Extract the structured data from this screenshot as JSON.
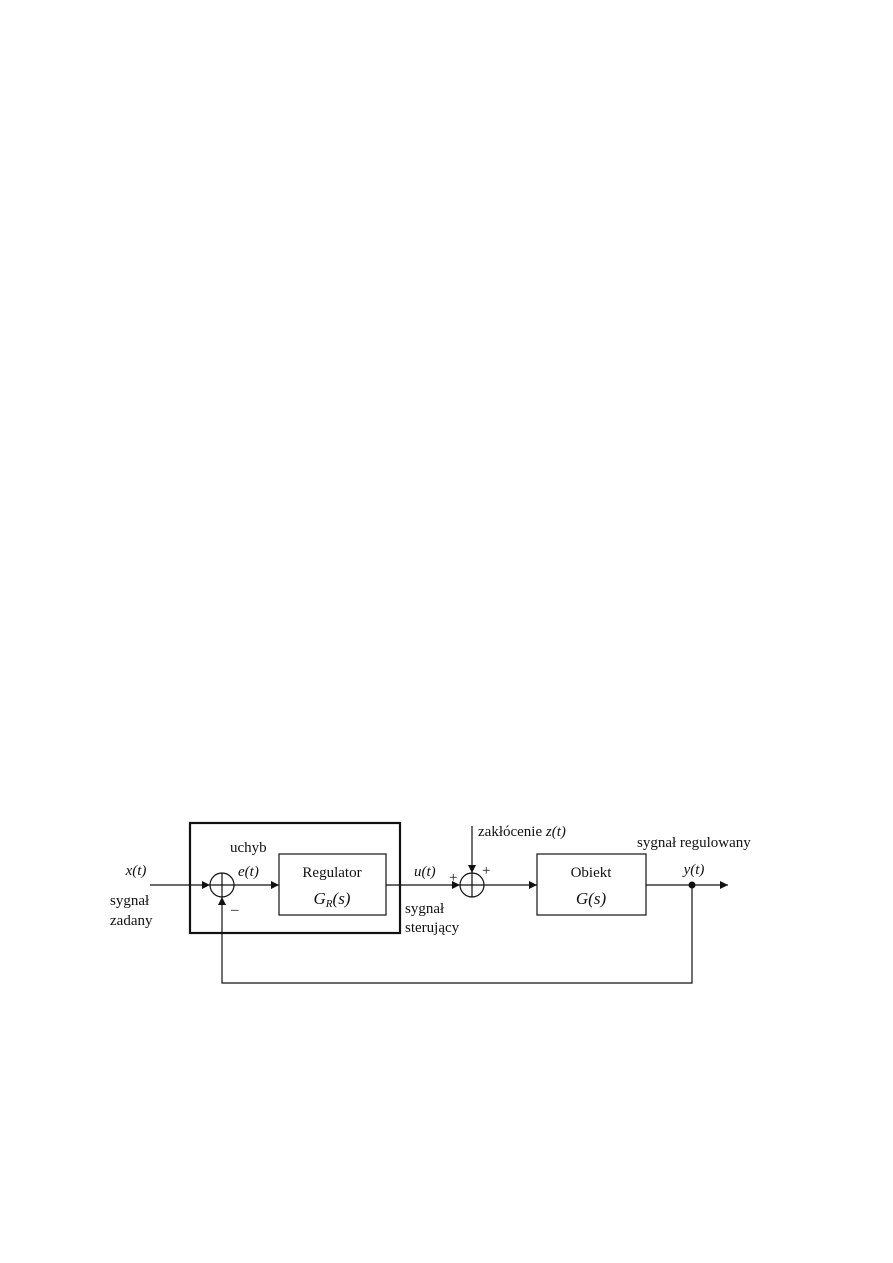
{
  "diagram": {
    "input": {
      "symbol": "x(t)",
      "label_line1": "sygnał",
      "label_line2": "zadany"
    },
    "error": {
      "label": "uchyb",
      "symbol": "e(t)"
    },
    "controller": {
      "title": "Regulator",
      "tf_main": "G",
      "tf_sub": "R",
      "tf_arg": "(s)"
    },
    "control_signal": {
      "symbol": "u(t)",
      "label_line1": "sygnał",
      "label_line2": "sterujący"
    },
    "disturbance": {
      "label": "zakłócenie",
      "symbol": "z(t)"
    },
    "plant": {
      "title": "Obiekt",
      "tf": "G(s)"
    },
    "output": {
      "label": "sygnał regulowany",
      "symbol": "y(t)"
    },
    "signs": {
      "sum1_feedback": "–",
      "sum2_control": "+",
      "sum2_disturbance": "+"
    }
  }
}
